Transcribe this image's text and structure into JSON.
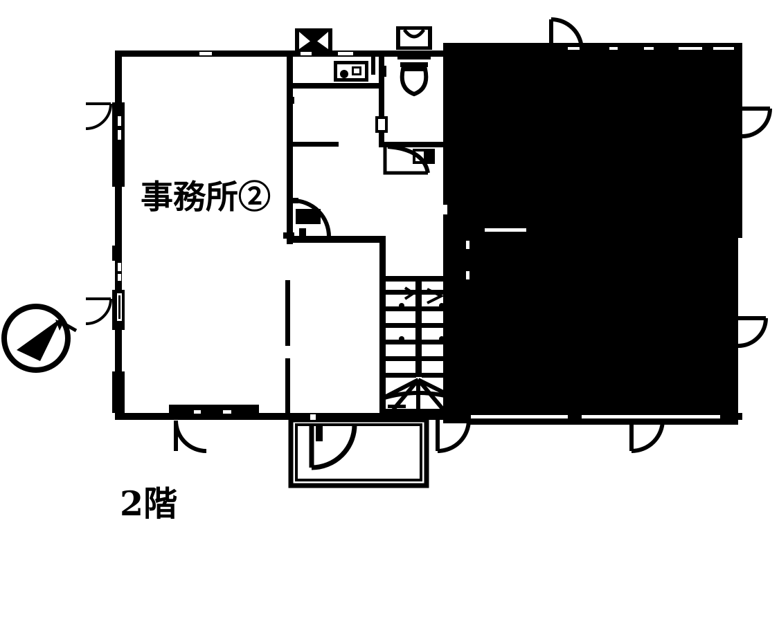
{
  "document": {
    "type": "floor-plan",
    "title": "2階",
    "ink_color": "#000000",
    "paper_color": "#ffffff"
  },
  "labels": {
    "office": "事務所②",
    "floor": "2階"
  },
  "compass": {
    "name": "north-arrow",
    "visible": true
  },
  "rooms": [
    {
      "name": "office-2",
      "label": "事務所②"
    }
  ],
  "features": {
    "staircase": "stair-run-with-winders",
    "toilet": "toilet-fixture",
    "sink": "sink-fixture",
    "entry_porch": "entry-porch",
    "masked_area": "redacted-black-region"
  }
}
